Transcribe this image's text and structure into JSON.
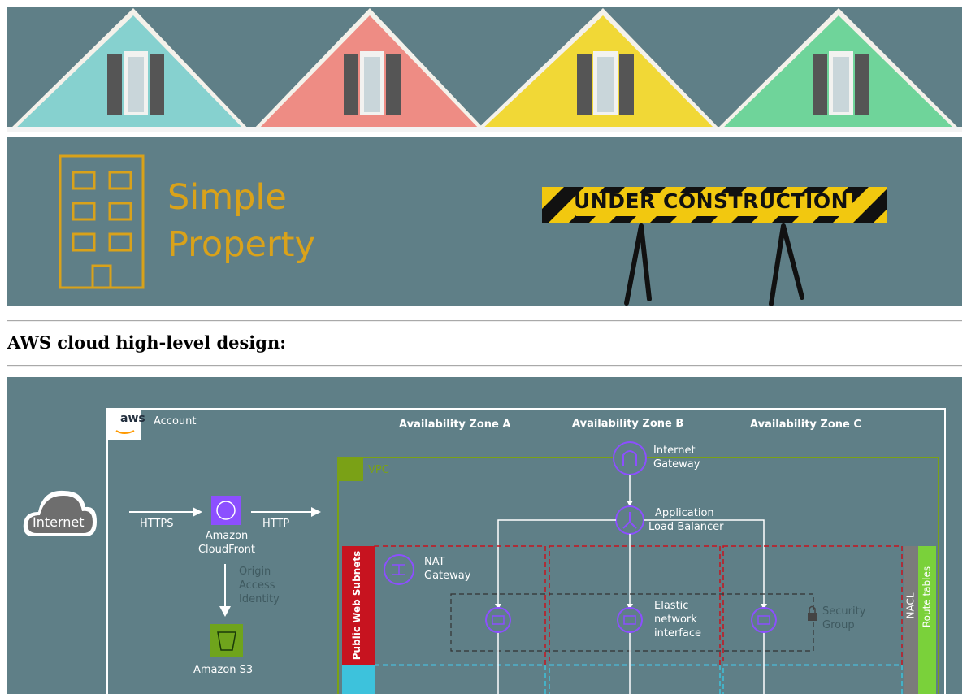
{
  "brand": {
    "line1": "Simple",
    "line2": "Property"
  },
  "sign": {
    "text": "UNDER CONSTRUCTION"
  },
  "heading": "AWS cloud high-level design:",
  "diagram": {
    "internet": "Internet",
    "account": "Account",
    "aws_logo": "aws",
    "zones": [
      "Availability Zone A",
      "Availability Zone B",
      "Availability Zone C"
    ],
    "vpc": "VPC",
    "https": "HTTPS",
    "http": "HTTP",
    "cloudfront": [
      "Amazon",
      "CloudFront"
    ],
    "oai": [
      "Origin",
      "Access",
      "Identity"
    ],
    "s3": "Amazon S3",
    "igw": [
      "Internet",
      "Gateway"
    ],
    "alb": [
      "Application",
      "Load Balancer"
    ],
    "nat": [
      "NAT",
      "Gateway"
    ],
    "eni": [
      "Elastic",
      "network",
      "interface"
    ],
    "sg": [
      "Security",
      "Group"
    ],
    "public_subnets": "Public Web Subnets",
    "nacl": "NACL",
    "route_tables": "Route tables"
  },
  "colors": {
    "panel": "#5f7f87",
    "gold": "#d9a21a",
    "purple": "#8c4fff",
    "vpc_green": "#7aa116",
    "subnet_red": "#c7131f",
    "subnet_cyan": "#3dc2dc"
  }
}
